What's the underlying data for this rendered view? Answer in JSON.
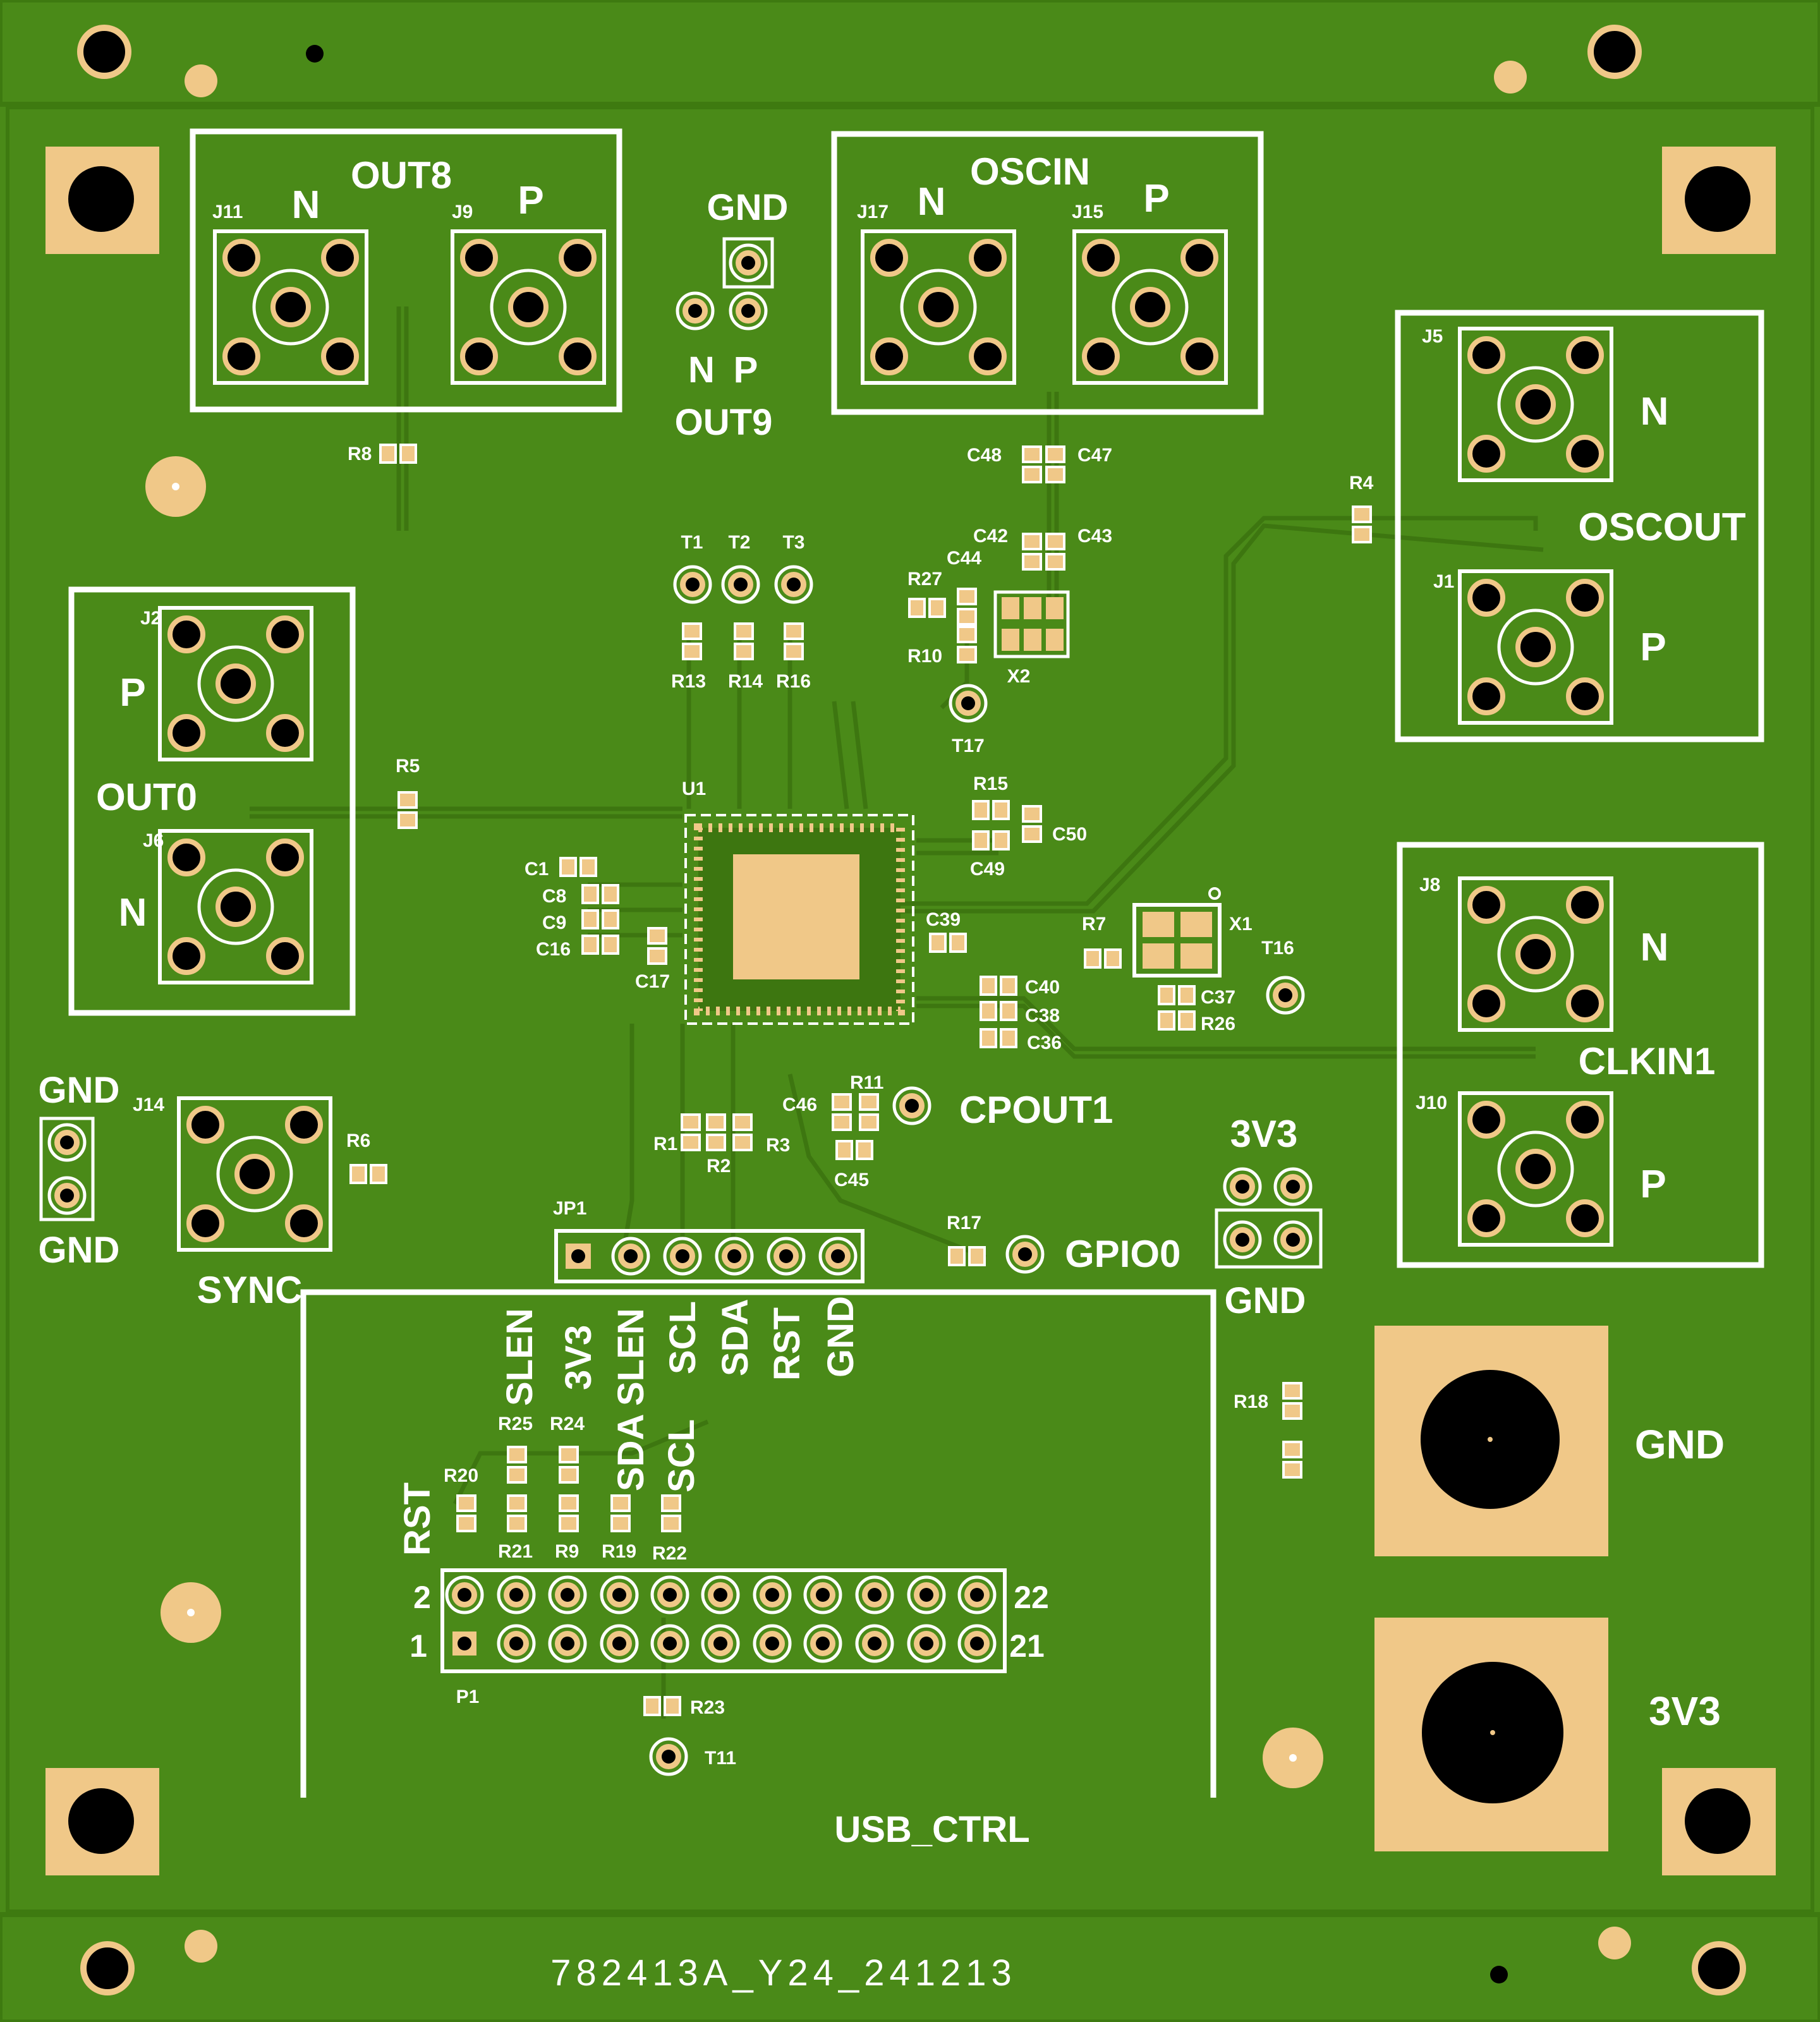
{
  "colors": {
    "board": "#4a8a18",
    "board_edge": "#3e7a10",
    "trace": "#3d7610",
    "pad": "#f0c888",
    "silk": "#ffffff",
    "hole": "#000000"
  },
  "board": {
    "footer_code": "782413A_Y24_241213"
  },
  "connectors": {
    "out8": {
      "title": "OUT8",
      "n_label": "N",
      "p_label": "P",
      "j_n": "J11",
      "j_p": "J9"
    },
    "oscin": {
      "title": "OSCIN",
      "n_label": "N",
      "p_label": "P",
      "j_n": "J17",
      "j_p": "J15"
    },
    "oscout": {
      "title": "OSCOUT",
      "n_label": "N",
      "p_label": "P",
      "j_n": "J5",
      "j_p": "J1"
    },
    "out0": {
      "title": "OUT0",
      "n_label": "N",
      "p_label": "P",
      "j_n": "J6",
      "j_p": "J2"
    },
    "clkin1": {
      "title": "CLKIN1",
      "n_label": "N",
      "p_label": "P",
      "j_n": "J8",
      "j_p": "J10"
    },
    "sync": {
      "title": "SYNC",
      "j": "J14"
    }
  },
  "headers": {
    "out9": {
      "title": "OUT9",
      "gnd": "GND",
      "n": "N",
      "p": "P"
    },
    "test_points": [
      "T1",
      "T2",
      "T3"
    ],
    "gnd_left_top": "GND",
    "gnd_left_bottom": "GND",
    "v3v3_top": "3V3",
    "gnd_bottom": "GND",
    "jp1": "JP1",
    "jp1_pins": [
      "SLEN",
      "3V3",
      "SLEN",
      "SCL",
      "SDA",
      "RST",
      "GND"
    ],
    "p1": "P1",
    "p1_pin2": "2",
    "p1_pin1": "1",
    "p1_pin22": "22",
    "p1_pin21": "21",
    "usb_ctrl": "USB_CTRL",
    "usb_sda": "SDA",
    "usb_scl": "SCL",
    "usb_rst": "RST"
  },
  "test_labels": {
    "cpout1": "CPOUT1",
    "gpio0": "GPIO0",
    "t16": "T16",
    "t17": "T17",
    "t11": "T11",
    "x1": "X1",
    "x2": "X2",
    "u1": "U1"
  },
  "power": {
    "gnd": "GND",
    "v3v3": "3V3"
  },
  "components": {
    "r8": "R8",
    "r4": "R4",
    "r5": "R5",
    "r6": "R6",
    "r7": "R7",
    "r13": "R13",
    "r14": "R14",
    "r16": "R16",
    "r27": "R27",
    "r10": "R10",
    "c44": "C44",
    "c48": "C48",
    "c47": "C47",
    "c42": "C42",
    "c43": "C43",
    "r15": "R15",
    "c50": "C50",
    "c49": "C49",
    "c39": "C39",
    "c1": "C1",
    "c8": "C8",
    "c9": "C9",
    "c16": "C16",
    "c17": "C17",
    "c40": "C40",
    "c38": "C38",
    "c36": "C36",
    "c37": "C37",
    "r26": "R26",
    "r11": "R11",
    "c46": "C46",
    "c45": "C45",
    "r1": "R1",
    "r2": "R2",
    "r3": "R3",
    "r17": "R17",
    "r18": "R18",
    "r25": "R25",
    "r24": "R24",
    "r20": "R20",
    "r21": "R21",
    "r9": "R9",
    "r19": "R19",
    "r22": "R22",
    "r23": "R23"
  }
}
